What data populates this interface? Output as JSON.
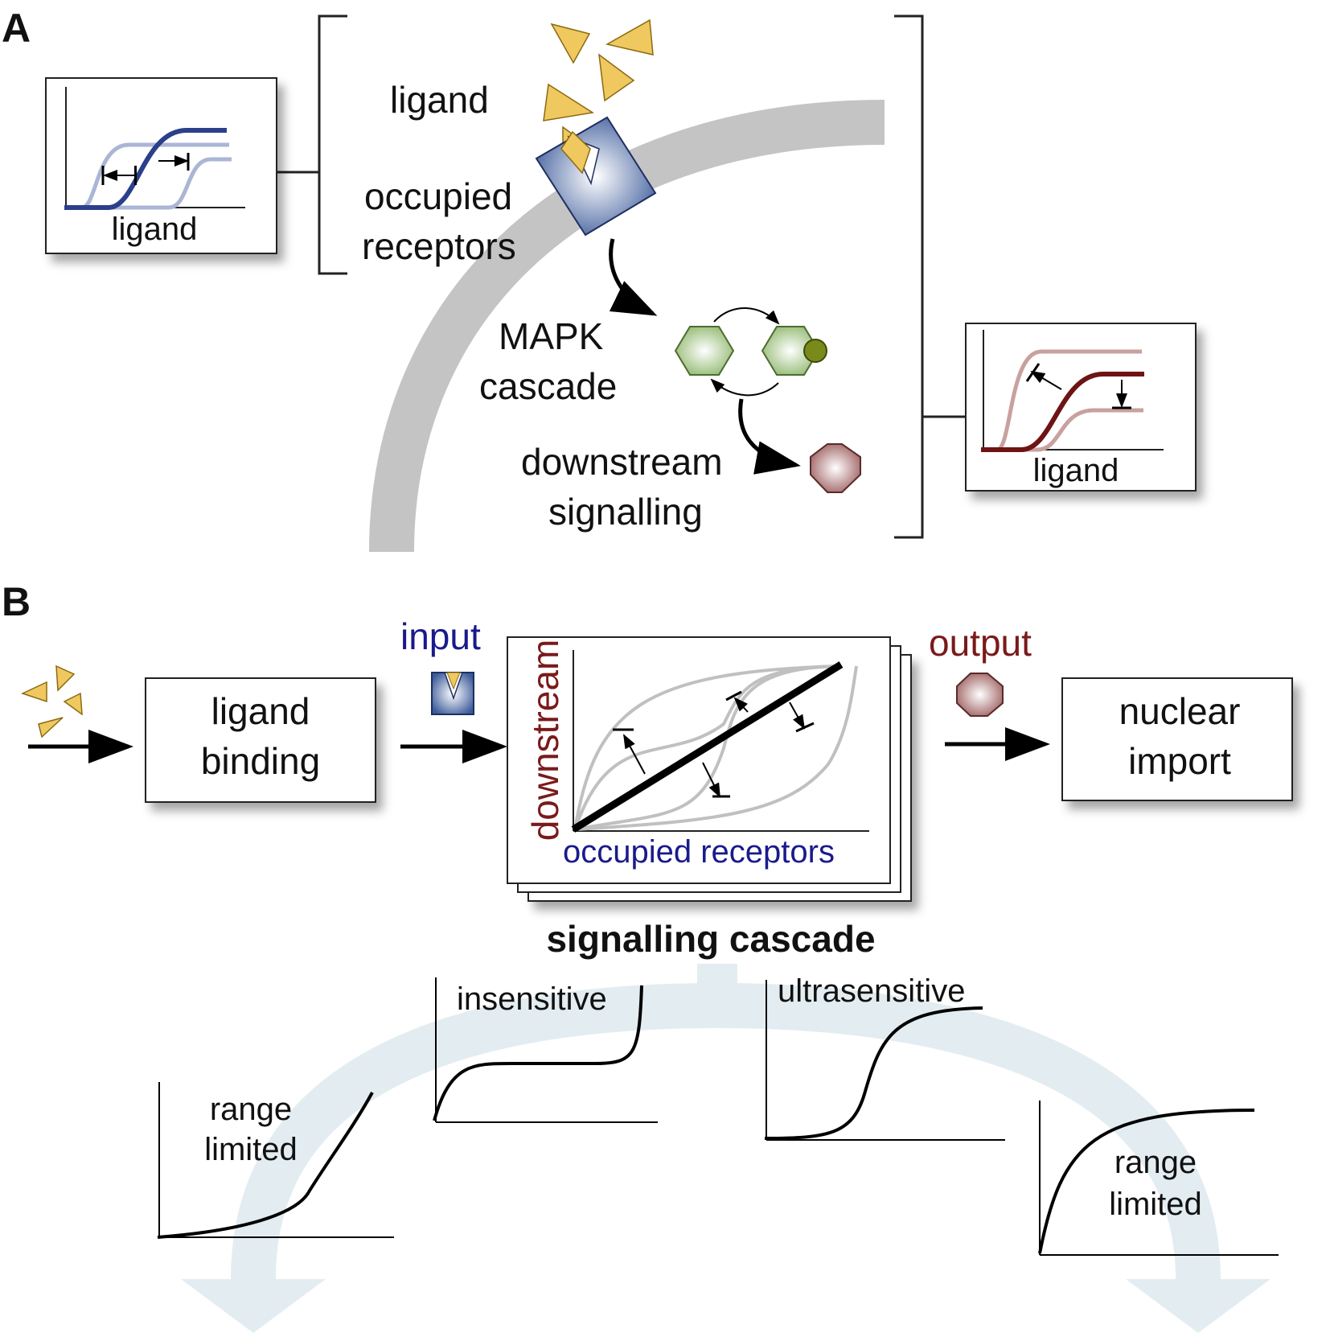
{
  "panel_a": {
    "letter": "A",
    "ligand_label": "ligand",
    "receptors_label_line1": "occupied",
    "receptors_label_line2": "receptors",
    "mapk_label_line1": "MAPK",
    "mapk_label_line2": "cascade",
    "downstream_label_line1": "downstream",
    "downstream_label_line2": "signalling",
    "inset_left_xlabel": "ligand",
    "inset_right_xlabel": "ligand"
  },
  "panel_b": {
    "letter": "B",
    "ligand_binding_line1": "ligand",
    "ligand_binding_line2": "binding",
    "input_label": "input",
    "output_label": "output",
    "nuclear_import_line1": "nuclear",
    "nuclear_import_line2": "import",
    "cascade_ylabel": "downstream",
    "cascade_xlabel": "occupied receptors",
    "cascade_title": "signalling cascade",
    "mini_insensitive": "insensitive",
    "mini_ultrasensitive": "ultrasensitive",
    "mini_range_left_line1": "range",
    "mini_range_left_line2": "limited",
    "mini_range_right_line1": "range",
    "mini_range_right_line2": "limited"
  },
  "colors": {
    "input_blue": "#1a1a8c",
    "output_red": "#7a1a1a",
    "ligand_yellow": "#f0c860",
    "membrane_gray": "#c4c4c4",
    "arrow_band": "#e3edf1",
    "mapk_green": "#b8d49a",
    "downstream_red": "#b88a8a"
  }
}
